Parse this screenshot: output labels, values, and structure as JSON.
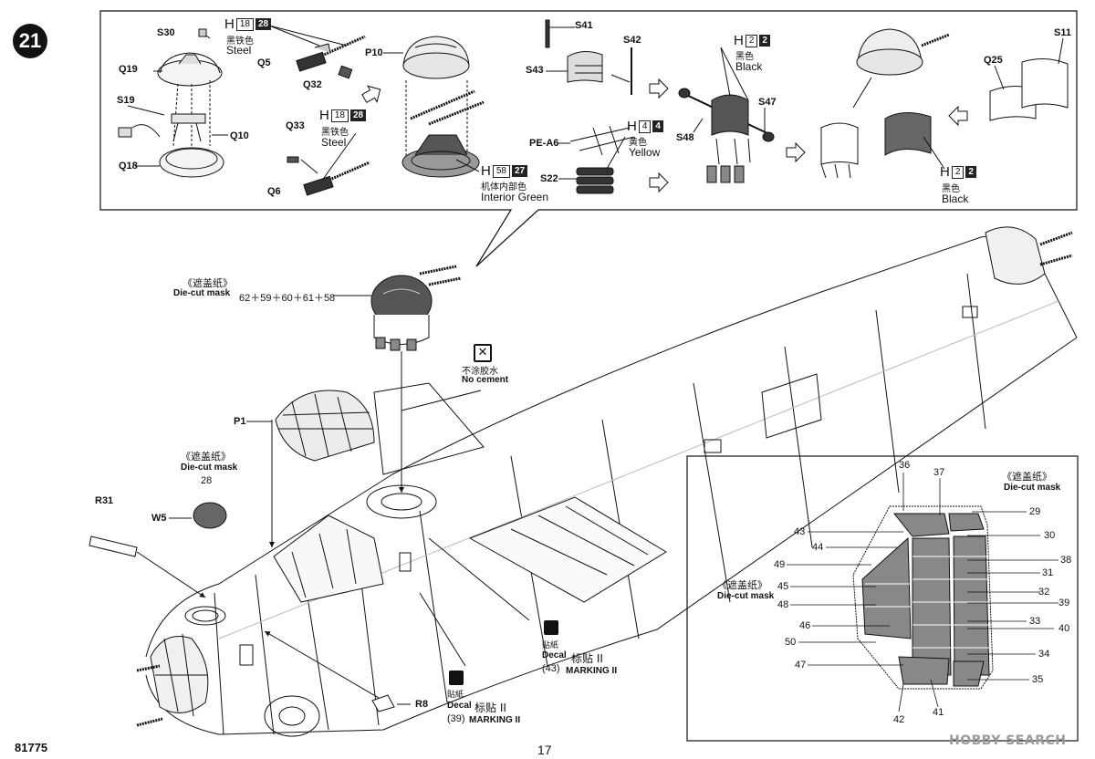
{
  "step": "21",
  "page_number": "17",
  "kit_number": "81775",
  "watermark": "HOBBY SEARCH",
  "inset_parts": {
    "s30": "S30",
    "q19": "Q19",
    "s19": "S19",
    "q10": "Q10",
    "q18": "Q18",
    "q5": "Q5",
    "q32": "Q32",
    "q33": "Q33",
    "q6": "Q6",
    "p10": "P10",
    "s41": "S41",
    "s42": "S42",
    "s43": "S43",
    "pe_a6": "PE-A6",
    "s22": "S22",
    "s48": "S48",
    "s47": "S47",
    "q25": "Q25",
    "s11": "S11"
  },
  "paint_codes": [
    {
      "h": "H",
      "num": "18",
      "dark": "28",
      "cn": "黑铁色",
      "en": "Steel"
    },
    {
      "h": "H",
      "num": "18",
      "dark": "28",
      "cn": "黑铁色",
      "en": "Steel"
    },
    {
      "h": "H",
      "num": "58",
      "dark": "27",
      "cn": "机体内部色",
      "en": "Interior Green"
    },
    {
      "h": "H",
      "num": "4",
      "dark": "4",
      "cn": "黄色",
      "en": "Yellow"
    },
    {
      "h": "H",
      "num": "2",
      "dark": "2",
      "cn": "黑色",
      "en": "Black"
    },
    {
      "h": "H",
      "num": "2",
      "dark": "2",
      "cn": "黑色",
      "en": "Black"
    }
  ],
  "turret_mask": {
    "cn": "《遮盖纸》",
    "en": "Die-cut mask",
    "numbers": "62＋59＋60＋61＋58"
  },
  "no_cement": {
    "cn": "不涂胶水",
    "en": "No cement"
  },
  "nose_mask": {
    "cn": "《遮盖纸》",
    "en": "Die-cut mask",
    "number": "28"
  },
  "main_parts": {
    "p1": "P1",
    "r31": "R31",
    "w5": "W5",
    "r8": "R8"
  },
  "decals": [
    {
      "cn_small": "貼紙",
      "en": "Decal",
      "num": "(43)",
      "cn": "标贴 II",
      "marking": "MARKING II"
    },
    {
      "cn_small": "貼紙",
      "en": "Decal",
      "num": "(39)",
      "cn": "标贴 II",
      "marking": "MARKING II"
    }
  ],
  "canopy_mask": {
    "cn": "《遮盖纸》",
    "en": "Die-cut mask",
    "cn2": "《遮盖纸》",
    "en2": "Die-cut mask",
    "top": [
      "36",
      "37"
    ],
    "left": [
      "43",
      "44",
      "49",
      "45",
      "48",
      "46",
      "50",
      "47"
    ],
    "right": [
      "29",
      "30",
      "38",
      "31",
      "32",
      "39",
      "33",
      "40",
      "34",
      "35"
    ],
    "bottom": [
      "42",
      "41"
    ]
  }
}
